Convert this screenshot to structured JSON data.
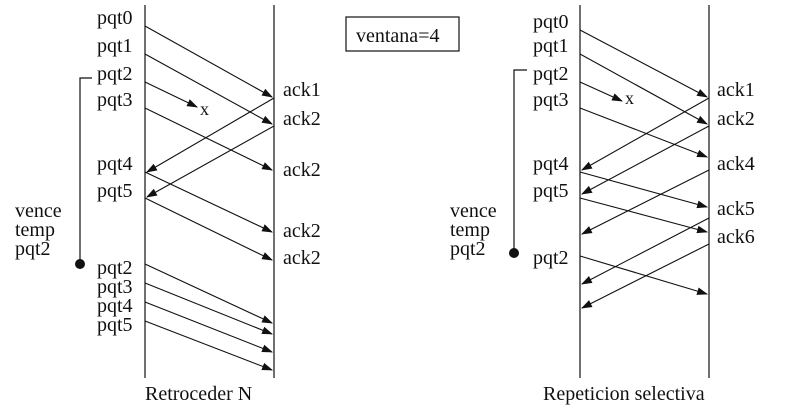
{
  "colors": {
    "ink": "#111111",
    "background": "#ffffff"
  },
  "window_label": "ventana=4",
  "retroceder": {
    "caption": "Retroceder N",
    "sender": {
      "pkt_labels": [
        "pqt0",
        "pqt1",
        "pqt2",
        "pqt3",
        "pqt4",
        "pqt5",
        "pqt2",
        "pqt3",
        "pqt4",
        "pqt5"
      ]
    },
    "receiver": {
      "ack_labels": [
        "ack1",
        "ack2",
        "ack2",
        "ack2",
        "ack2"
      ]
    },
    "loss_mark": "x",
    "timeout_label": [
      "vence",
      "temp",
      "pqt2"
    ]
  },
  "selectiva": {
    "caption": "Repeticion selectiva",
    "sender": {
      "pkt_labels": [
        "pqt0",
        "pqt1",
        "pqt2",
        "pqt3",
        "pqt4",
        "pqt5",
        "pqt2"
      ]
    },
    "receiver": {
      "ack_labels": [
        "ack1",
        "ack2",
        "ack4",
        "ack5",
        "ack6"
      ]
    },
    "loss_mark": "x",
    "timeout_label": [
      "vence",
      "temp",
      "pqt2"
    ]
  }
}
